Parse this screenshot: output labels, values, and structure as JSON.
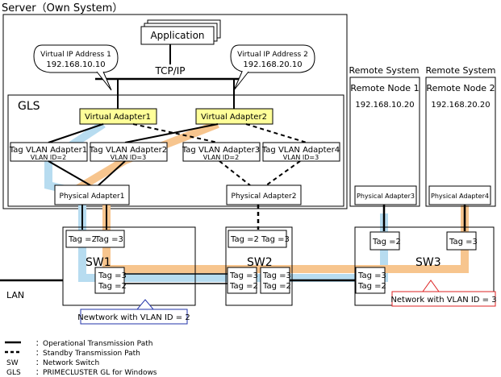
{
  "server": {
    "title": "Server（Own System）"
  },
  "application": {
    "label": "Application"
  },
  "tcpip": {
    "label": "TCP/IP"
  },
  "vip1": {
    "line1": "Virtual IP Address 1",
    "line2": "192.168.10.10"
  },
  "vip2": {
    "line1": "Virtual IP Address 2",
    "line2": "192.168.20.10"
  },
  "gls": {
    "label": "GLS"
  },
  "virtual_adapters": [
    {
      "label": "Virtual Adapter1"
    },
    {
      "label": "Virtual Adapter2"
    }
  ],
  "tag_vlan_adapters": [
    {
      "name": "Tag VLAN Adapter1",
      "vlan": "VLAN ID=2"
    },
    {
      "name": "Tag VLAN Adapter2",
      "vlan": "VLAN ID=3"
    },
    {
      "name": "Tag VLAN Adapter3",
      "vlan": "VLAN ID=2"
    },
    {
      "name": "Tag VLAN Adapter4",
      "vlan": "VLAN ID=3"
    }
  ],
  "physical_adapters": [
    {
      "label": "Physical Adapter1"
    },
    {
      "label": "Physical Adapter2"
    }
  ],
  "remote_systems": [
    {
      "title": "Remote System",
      "node": "Remote Node 1",
      "ip": "192.168.10.20",
      "adapter": "Physical Adapter3"
    },
    {
      "title": "Remote System",
      "node": "Remote Node 2",
      "ip": "192.168.20.20",
      "adapter": "Physical Adapter4"
    }
  ],
  "switches": {
    "sw1": {
      "label": "SW1",
      "tag_top_2": "Tag =2",
      "tag_top_3": "Tag =3",
      "tag_r1": "Tag =3",
      "tag_r2": "Tag =2"
    },
    "sw2": {
      "label": "SW2",
      "tag_top": "Tag =2  Tag =3",
      "l1": "Tag =3",
      "l2": "Tag =2",
      "r1": "Tag =3",
      "r2": "Tag =2"
    },
    "sw3": {
      "label": "SW3",
      "l1": "Tag =3",
      "l2": "Tag =2",
      "tag_a": "Tag =2",
      "tag_b": "Tag =3"
    }
  },
  "lan": {
    "label": "LAN"
  },
  "callouts": {
    "vlan2": "Newtwork with VLAN ID = 2",
    "vlan3": "Network with VLAN ID = 3"
  },
  "legend": [
    {
      "key": "",
      "text": "：Operational Transmission Path"
    },
    {
      "key": "",
      "text": "：Standby Transmission Path"
    },
    {
      "key": "SW",
      "text": "：Network Switch"
    },
    {
      "key": "GLS",
      "text": "：PRIMECLUSTER GL for Windows"
    }
  ],
  "colors": {
    "vlan2_path": "#b7dcf0",
    "vlan3_path": "#f7c58e",
    "virtual_adapter_fill": "#ffff99",
    "tag2_text": "#1c2f9e",
    "tag3_text": "#cc1111",
    "callout2_border": "#2233aa",
    "callout3_border": "#dd2222"
  }
}
